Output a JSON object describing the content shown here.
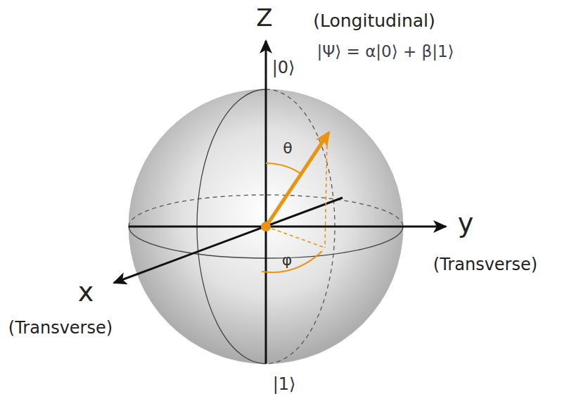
{
  "diagram": {
    "labels": [
      "Z",
      "(Longitudinal)",
      "|0⟩",
      "|Ψ⟩ = α|0⟩ + β|1⟩",
      "θ",
      "φ",
      "y",
      "(Transverse)",
      "x",
      "(Transverse)",
      "|1⟩"
    ]
  }
}
